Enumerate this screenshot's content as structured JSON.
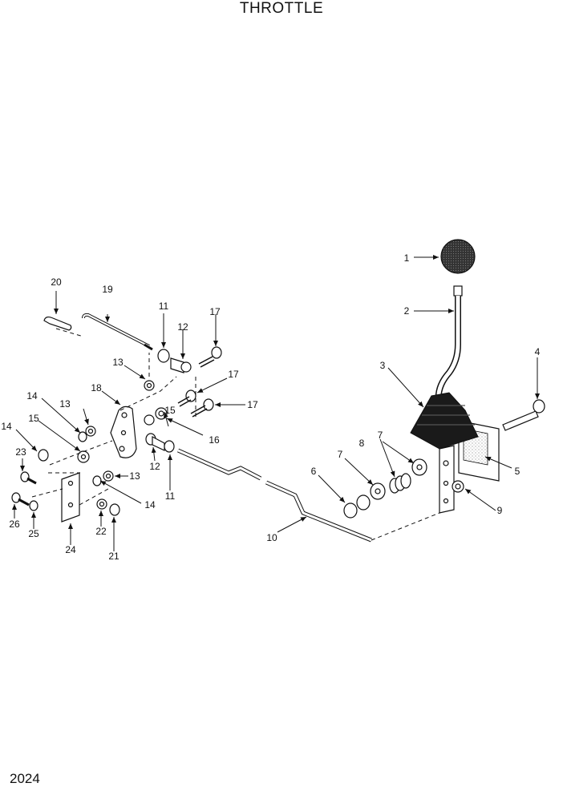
{
  "title": "THROTTLE",
  "page_number": "2024",
  "callouts": [
    "1",
    "2",
    "3",
    "4",
    "5",
    "6",
    "7",
    "7",
    "8",
    "9",
    "10",
    "11",
    "11",
    "12",
    "12",
    "13",
    "13",
    "13",
    "14",
    "14",
    "14",
    "15",
    "15",
    "16",
    "17",
    "17",
    "17",
    "18",
    "19",
    "20",
    "21",
    "22",
    "23",
    "24",
    "25",
    "26"
  ]
}
